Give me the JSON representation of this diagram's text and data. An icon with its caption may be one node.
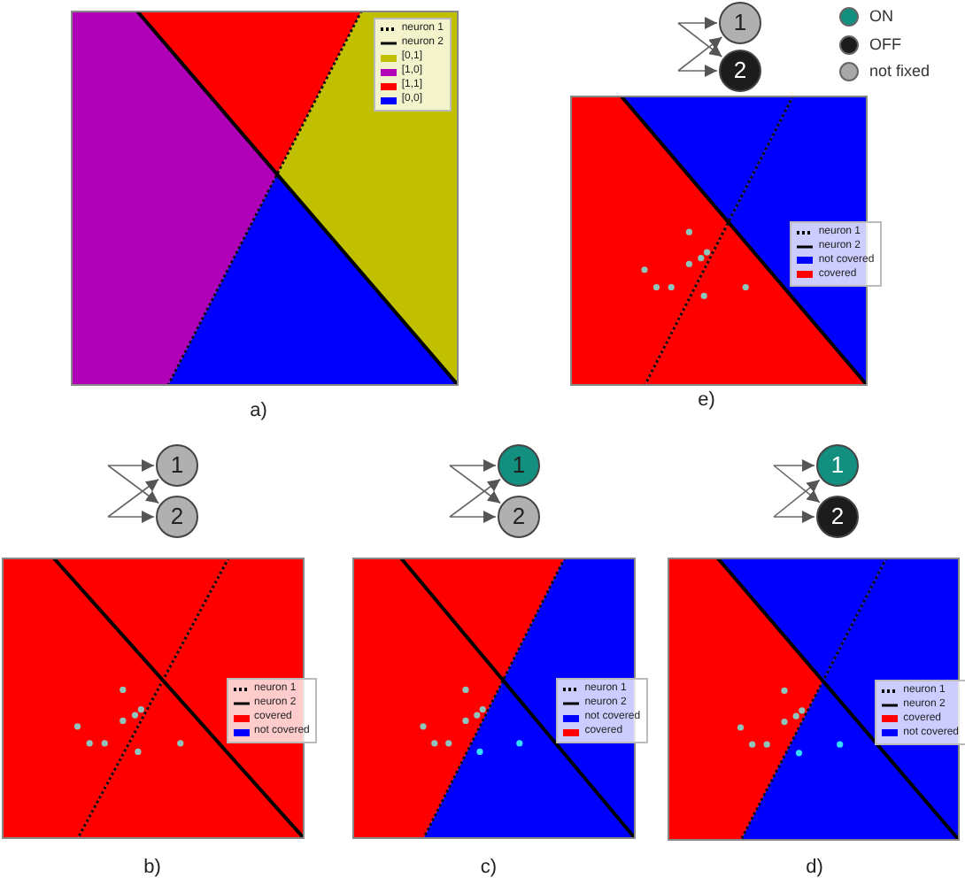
{
  "diagram": {
    "nodes": [
      {
        "text": [
          "1"
        ]
      },
      {
        "text": [
          "2"
        ]
      },
      {
        "text": [
          "1"
        ]
      },
      {
        "text": [
          "2"
        ]
      },
      {
        "text": [
          "1"
        ]
      },
      {
        "text": [
          "2"
        ]
      },
      {
        "text": [
          "1"
        ]
      },
      {
        "text": [
          "2"
        ]
      }
    ],
    "edges": [
      {
        "from": null,
        "to": 0,
        "arrow": "to"
      },
      {
        "from": null,
        "to": 1,
        "arrow": "to"
      },
      {
        "from": null,
        "to": 0,
        "arrow": "to"
      },
      {
        "from": null,
        "to": 1,
        "arrow": "to"
      },
      {
        "from": null,
        "to": 2,
        "arrow": "to"
      },
      {
        "from": null,
        "to": 3,
        "arrow": "to"
      },
      {
        "from": null,
        "to": 2,
        "arrow": "to"
      },
      {
        "from": null,
        "to": 3,
        "arrow": "to"
      },
      {
        "from": null,
        "to": 4,
        "arrow": "to"
      },
      {
        "from": null,
        "to": 5,
        "arrow": "to"
      },
      {
        "from": null,
        "to": 4,
        "arrow": "to"
      },
      {
        "from": null,
        "to": 5,
        "arrow": "to"
      },
      {
        "from": null,
        "to": 6,
        "arrow": "to"
      },
      {
        "from": null,
        "to": 7,
        "arrow": "to"
      },
      {
        "from": null,
        "to": 6,
        "arrow": "to"
      },
      {
        "from": null,
        "to": 7,
        "arrow": "to"
      }
    ],
    "labels": [
      "a)",
      "e)",
      "b)",
      "c)",
      "d)"
    ],
    "legend": [
      {
        "text": "neuron 1"
      },
      {
        "text": "neuron 2"
      },
      {
        "text": "[0,1]",
        "color": "#c0c000"
      },
      {
        "text": "[1,0]",
        "color": "#b000b8"
      },
      {
        "text": "[1,1]",
        "color": "#ff0000"
      },
      {
        "text": "[0,0]",
        "color": "#0000ff"
      },
      {
        "text": "ON",
        "color": "#138f80"
      },
      {
        "text": "OFF",
        "color": "#1c1c1c"
      },
      {
        "text": "not fixed",
        "color": "#a8a8a8"
      },
      {
        "text": "neuron 1"
      },
      {
        "text": "neuron 2"
      },
      {
        "text": "not covered",
        "color": "#0000ff"
      },
      {
        "text": "covered",
        "color": "#ff0000"
      },
      {
        "text": "neuron 1"
      },
      {
        "text": "neuron 2"
      },
      {
        "text": "covered",
        "color": "#ff0000"
      },
      {
        "text": "not covered",
        "color": "#0000ff"
      },
      {
        "text": "neuron 1"
      },
      {
        "text": "neuron 2"
      },
      {
        "text": "not covered",
        "color": "#0000ff"
      },
      {
        "text": "covered",
        "color": "#ff0000"
      },
      {
        "text": "neuron 1"
      },
      {
        "text": "neuron 2"
      },
      {
        "text": "covered",
        "color": "#ff0000"
      },
      {
        "text": "not covered",
        "color": "#0000ff"
      }
    ]
  }
}
